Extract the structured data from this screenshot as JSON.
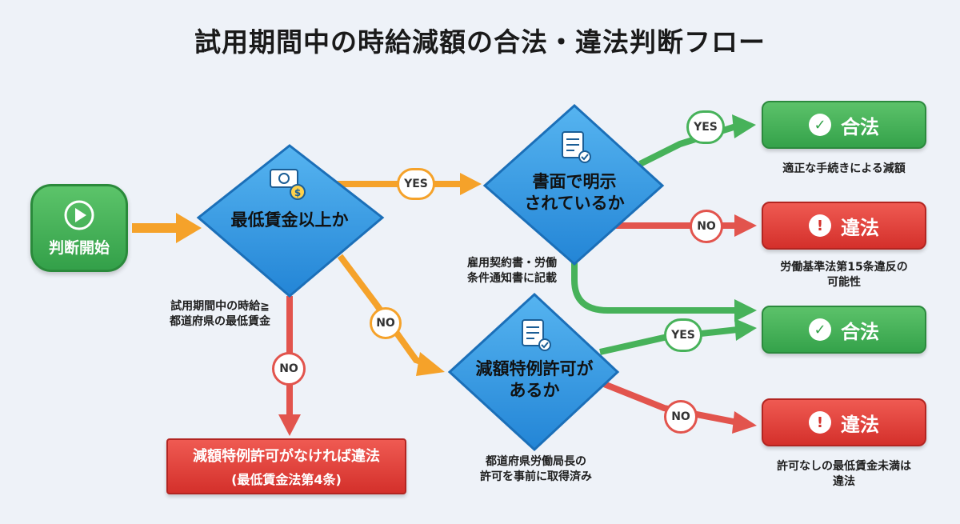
{
  "title": "試用期間中の時給減額の合法・違法判断フロー",
  "start": {
    "label": "判断開始",
    "icon": "play-icon"
  },
  "decisions": {
    "min_wage": {
      "label": "最低賃金以上か",
      "icon": "money-icon",
      "note_line1": "試用期間中の時給≧",
      "note_line2": "都道府県の最低賃金"
    },
    "written": {
      "line1": "書面で明示",
      "line2": "されているか",
      "icon": "document-check-icon",
      "note_line1": "雇用契約書・労働",
      "note_line2": "条件通知書に記載"
    },
    "special": {
      "line1": "減額特例許可が",
      "line2": "あるか",
      "icon": "document-check-icon",
      "note_line1": "都道府県労働局長の",
      "note_line2": "許可を事前に取得済み"
    }
  },
  "badges": {
    "yes": "YES",
    "no": "NO"
  },
  "results": {
    "r1": {
      "label": "合法",
      "kind": "ok",
      "note_line1": "適正な手続きによる減額",
      "note_line2": ""
    },
    "r2": {
      "label": "違法",
      "kind": "ng",
      "note_line1": "労働基準法第15条違反の",
      "note_line2": "可能性"
    },
    "r3": {
      "label": "合法",
      "kind": "ok",
      "note_line1": "",
      "note_line2": ""
    },
    "r4": {
      "label": "違法",
      "kind": "ng",
      "note_line1": "許可なしの最低賃金未満は",
      "note_line2": "違法"
    }
  },
  "fail_box": {
    "line1": "減額特例許可がなければ違法",
    "line2": "(最低賃金法第4条)"
  },
  "icons": {
    "ok": "check-icon",
    "ng": "exclamation-icon"
  },
  "colors": {
    "orange": "#f5a22a",
    "green": "#47b25a",
    "red": "#e2544d",
    "blue": "#2a8fdc"
  }
}
